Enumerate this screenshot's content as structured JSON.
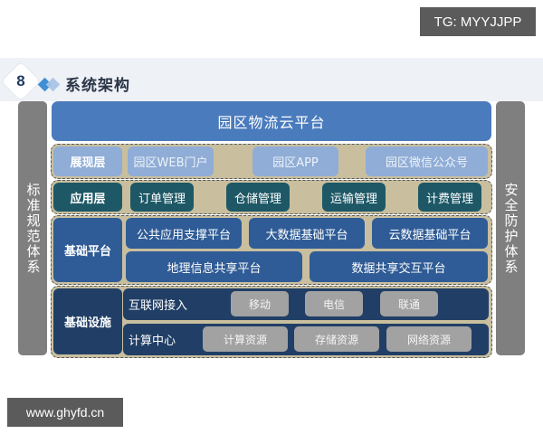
{
  "watermarks": {
    "top_right": "TG: MYYJJPP",
    "bottom_left": "www.ghyfd.cn"
  },
  "header": {
    "section_number": "8",
    "title": "系统架构"
  },
  "side_bars": {
    "left": "标准规范体系",
    "right": "安全防护体系"
  },
  "cloud_platform": "园区物流云平台",
  "layers": {
    "presentation": {
      "label": "展现层",
      "items": [
        "园区WEB门户",
        "园区APP",
        "园区微信公众号"
      ]
    },
    "application": {
      "label": "应用层",
      "items": [
        "订单管理",
        "仓储管理",
        "运输管理",
        "计费管理"
      ]
    },
    "platform": {
      "label": "基础平台",
      "top_row": [
        "公共应用支撑平台",
        "大数据基础平台",
        "云数据基础平台"
      ],
      "bottom_row": [
        "地理信息共享平台",
        "数据共享交互平台"
      ]
    },
    "infrastructure": {
      "label": "基础设施",
      "internet": {
        "title": "互联网接入",
        "items": [
          "移动",
          "电信",
          "联通"
        ]
      },
      "computing": {
        "title": "计算中心",
        "items": [
          "计算资源",
          "存储资源",
          "网络资源"
        ]
      }
    }
  },
  "colors": {
    "cloud": "#4a7bbd",
    "presentation": "#8fadd6",
    "application": "#1e5866",
    "platform": "#2f5c96",
    "infrastructure": "#213f66",
    "layer_bg": "#c9bf9e",
    "side_bar": "#7f7f7f",
    "chip": "#a2a2a2"
  }
}
